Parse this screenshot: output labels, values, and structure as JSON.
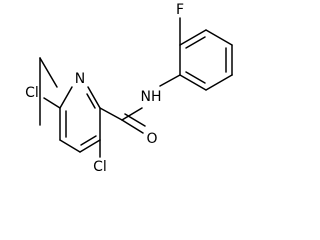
{
  "molecule": {
    "atoms": {
      "f": "F",
      "nh": "NH",
      "n_ring": "N",
      "o": "O",
      "cl_top": "Cl",
      "cl_bottom": "Cl"
    }
  },
  "colors": {
    "bond": "#000000",
    "label": "#000000",
    "background": "#ffffff"
  }
}
